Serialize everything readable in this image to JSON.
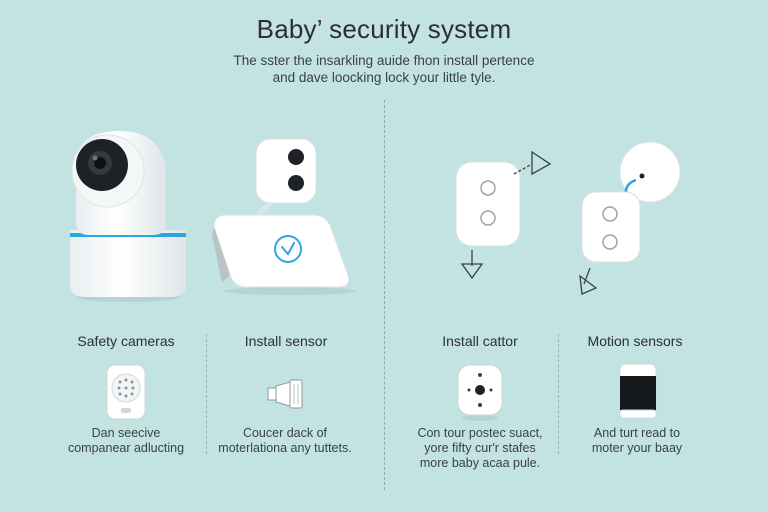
{
  "header": {
    "title": "Baby’ security system",
    "subtitle_line1": "The sster the insarkling auide fhon install pertence",
    "subtitle_line2": "and dave loocking lock your little tyle."
  },
  "features": [
    {
      "label": "Safety cameras",
      "desc_line1": "Dan seecive",
      "desc_line2": "companear adlucting"
    },
    {
      "label": "Install sensor",
      "desc_line1": "Coucer dack of",
      "desc_line2": "moterlationa any tuttets."
    },
    {
      "label": "Install cattor",
      "desc_line1": "Con tour postec suact,",
      "desc_line2": "yore fifty cur'r stafes",
      "desc_line3": "more baby acaa pule."
    },
    {
      "label": "Motion sensors",
      "desc_line1": "And turt read to",
      "desc_line2": "moter your baay"
    }
  ],
  "colors": {
    "background": "#c3e3e3",
    "device_white": "#ffffff",
    "accent_blue": "#2aa6e0",
    "lens_dark": "#1e2226"
  }
}
